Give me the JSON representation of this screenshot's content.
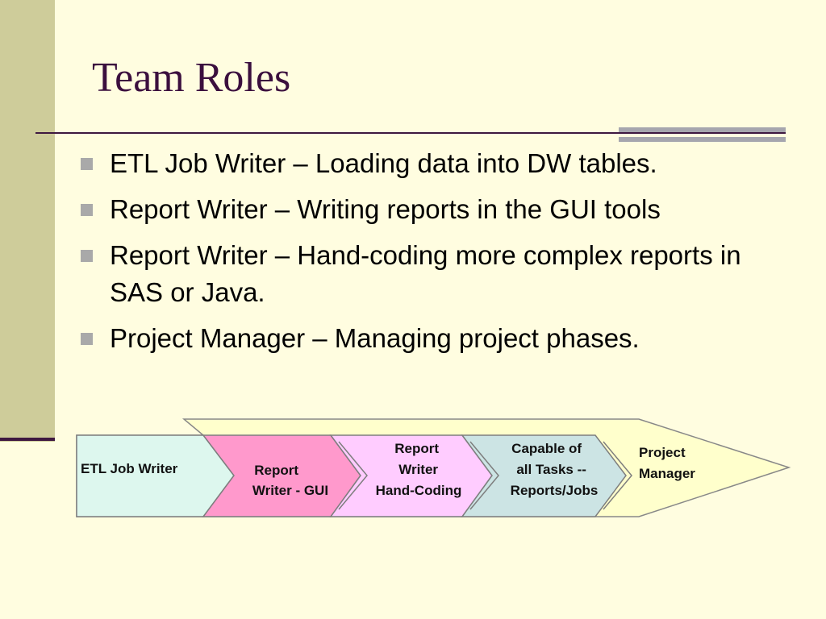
{
  "slide": {
    "title": "Team Roles",
    "bullets": [
      {
        "text": "ETL Job Writer – Loading data into DW tables."
      },
      {
        "text": "Report Writer – Writing reports in the GUI tools"
      },
      {
        "text": "Report Writer – Hand-coding more complex reports in SAS or Java."
      },
      {
        "text": "Project Manager – Managing project phases."
      }
    ]
  },
  "diagram": {
    "stages": [
      {
        "lines": [
          "ETL Job Writer"
        ],
        "color": "#DDF7EE"
      },
      {
        "lines": [
          "Report",
          "Writer - GUI"
        ],
        "color": "#FF99CC"
      },
      {
        "lines": [
          "Report",
          "Writer",
          "Hand-Coding"
        ],
        "color": "#FFCCFF"
      },
      {
        "lines": [
          "Capable of",
          "all  Tasks --",
          "Reports/Jobs"
        ],
        "color": "#CCE4E4"
      },
      {
        "lines": [
          "Project",
          "Manager"
        ],
        "color": "#FFFFCC"
      }
    ]
  },
  "colors": {
    "background": "#FFFDE0",
    "title": "#3B0F3E",
    "left_band": "#CECC9A",
    "rule": "#3E1840",
    "bullet_marker": "#A9A9A9"
  }
}
